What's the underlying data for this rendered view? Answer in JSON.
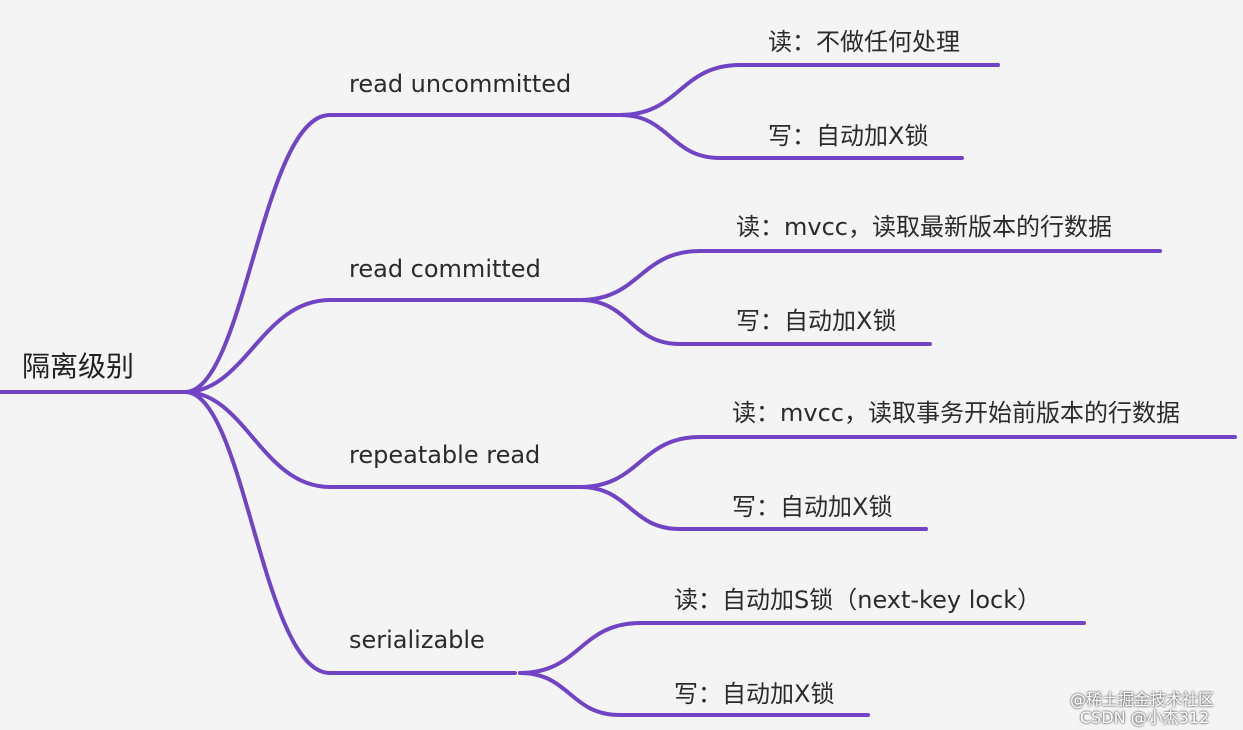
{
  "root": {
    "label": "隔离级别"
  },
  "levels": [
    {
      "name": "read uncommitted",
      "read": "读：不做任何处理",
      "write": "写：自动加X锁"
    },
    {
      "name": "read committed",
      "read": "读：mvcc，读取最新版本的行数据",
      "write": "写：自动加X锁"
    },
    {
      "name": "repeatable read",
      "read": "读：mvcc，读取事务开始前版本的行数据",
      "write": "写：自动加X锁"
    },
    {
      "name": "serializable",
      "read": "读：自动加S锁（next-key lock）",
      "write": "写：自动加X锁"
    }
  ],
  "watermark": {
    "line1": "@稀土掘金技术社区",
    "line2": "CSDN @小杰312"
  },
  "colors": {
    "branch": "#7044c4",
    "background": "#f4f4f4",
    "text": "#2b2b2b"
  }
}
